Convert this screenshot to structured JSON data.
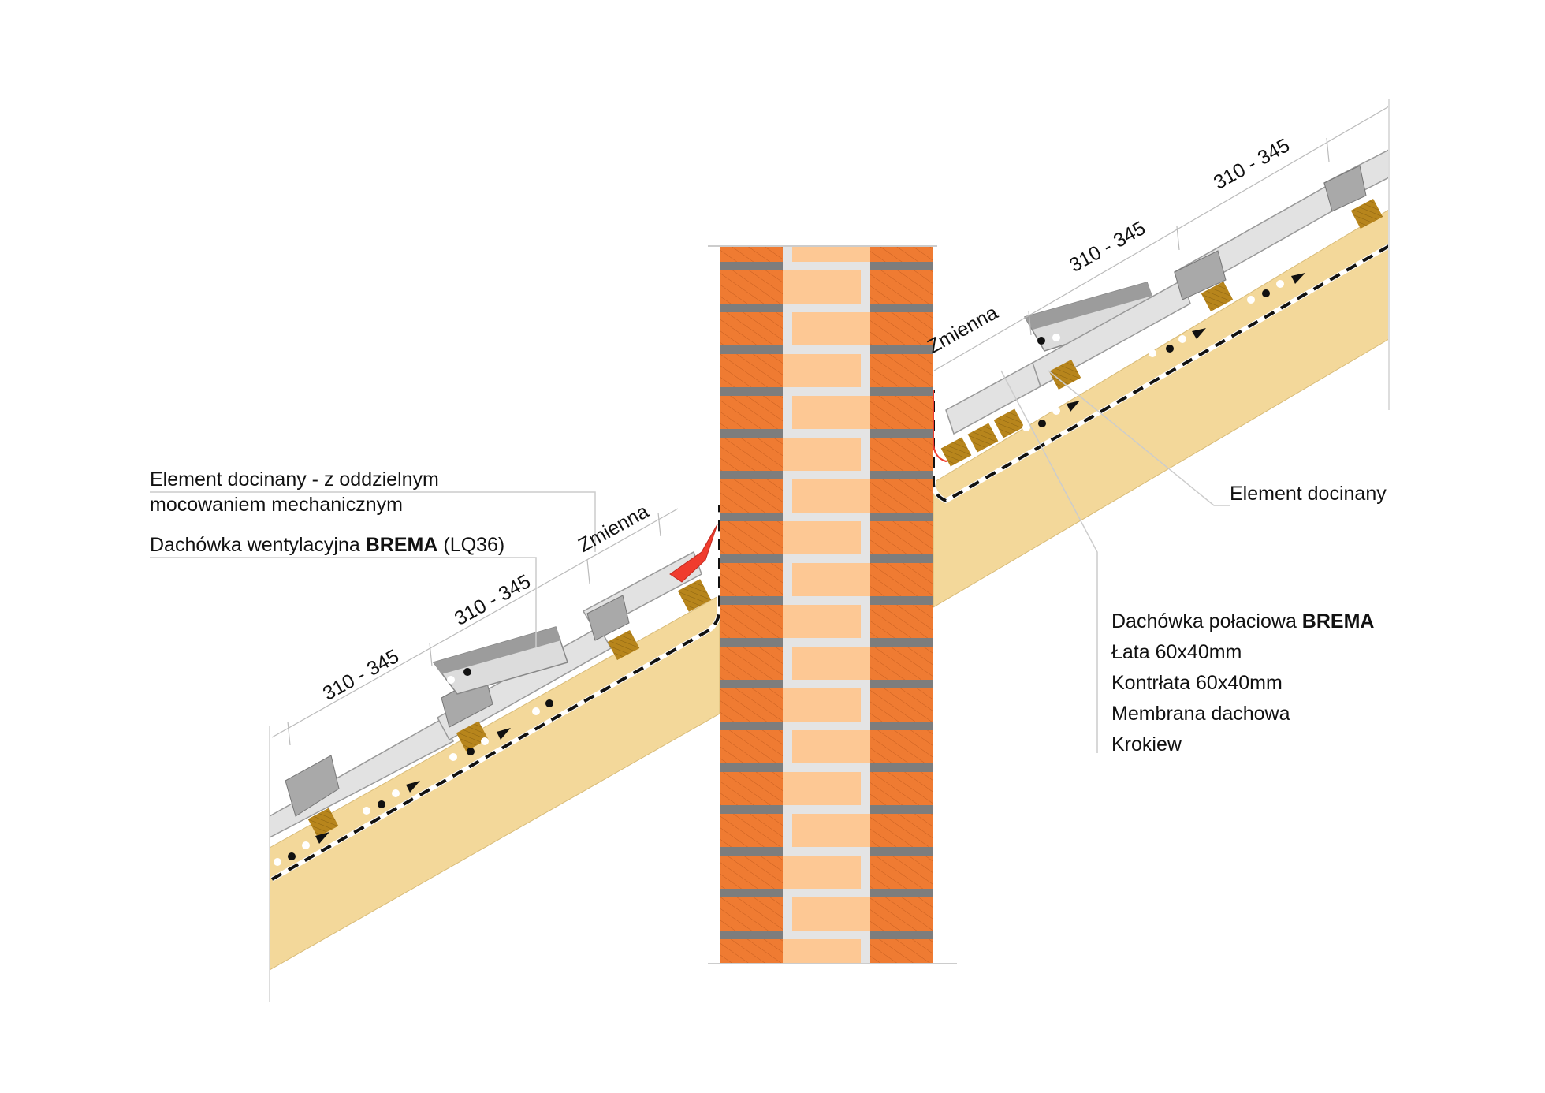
{
  "diagram": {
    "title": "Chimney penetration through pitched tile roof - cross-section detail",
    "colors": {
      "brick_outer": "#ef7b32",
      "brick_inner": "#fdc894",
      "mortar_outer": "#7d7d7d",
      "mortar_inner": "#e4e4e4",
      "rafter": "#f3d89a",
      "batten": "#b7851c",
      "tile_light": "#e2e2e2",
      "tile_dark": "#a9a9a9",
      "flashing": "#f03c2e",
      "membrane": "#111111",
      "leader_line": "#c8c8c8"
    },
    "left_labels": {
      "cut_element_line1": "Element docinany - z oddzielnym",
      "cut_element_line2": "mocowaniem mechanicznym",
      "vent_tile_prefix": "Dachówka wentylacyjna ",
      "vent_tile_brand": "BREMA",
      "vent_tile_suffix": " (LQ36)"
    },
    "right_labels": {
      "cut_element": "Element docinany",
      "layers": [
        {
          "prefix": "Dachówka połaciowa ",
          "brand": "BREMA"
        },
        {
          "prefix": "Łata 60x40mm",
          "brand": ""
        },
        {
          "prefix": "Kontrłata 60x40mm",
          "brand": ""
        },
        {
          "prefix": "Membrana dachowa",
          "brand": ""
        },
        {
          "prefix": "Krokiew",
          "brand": ""
        }
      ]
    },
    "dimensions": {
      "left": [
        "310 - 345",
        "310 - 345",
        "Zmienna"
      ],
      "right": [
        "Zmienna",
        "310 - 345",
        "310 - 345"
      ]
    }
  }
}
